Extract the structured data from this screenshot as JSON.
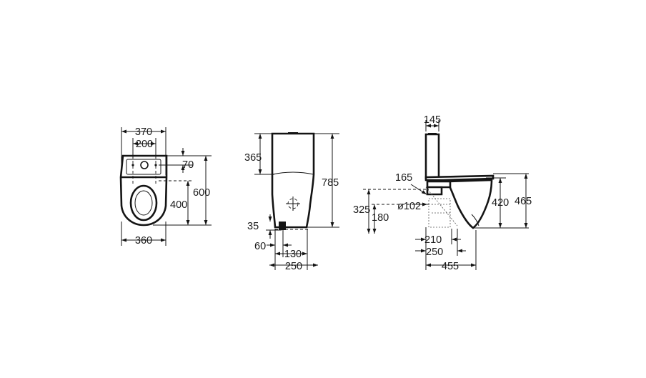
{
  "top_view": {
    "dimensions": {
      "overall_width": "370",
      "fixing_spacing": "200",
      "cistern_depth": "70",
      "fixing_to_front": "400",
      "total_length": "600",
      "bowl_width": "360"
    }
  },
  "side_view": {
    "dimensions": {
      "cistern_height": "365",
      "total_height": "785",
      "outlet_height": "35",
      "outlet_offset": "60",
      "outlet_to_back": "130",
      "base_depth": "250"
    }
  },
  "profile_view": {
    "dimensions": {
      "cistern_thickness": "145",
      "inlet_offset": "165",
      "seat_height": "420",
      "rim_height": "465",
      "axis_height": "325",
      "outlet_diameter": "ø102",
      "outlet_axis": "180",
      "trap_width": "210",
      "trap_to_wall": "250",
      "total_projection": "455"
    }
  }
}
